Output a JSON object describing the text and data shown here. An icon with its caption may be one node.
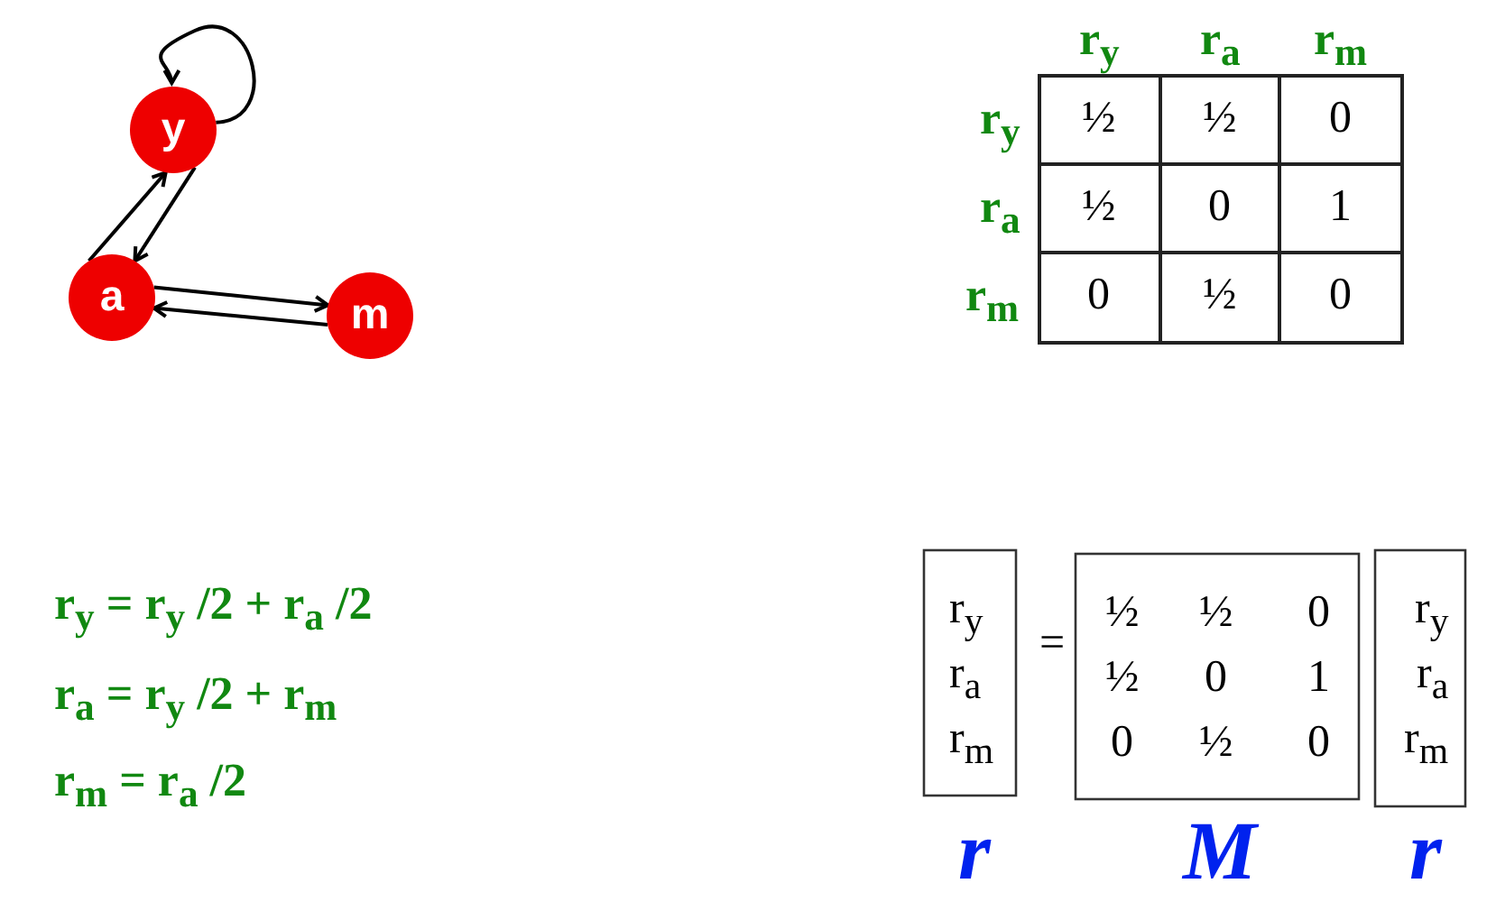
{
  "diagram": {
    "nodes": [
      {
        "text": [
          "y"
        ]
      },
      {
        "text": [
          "a"
        ]
      },
      {
        "text": [
          "m"
        ]
      }
    ],
    "edges": [
      {
        "from": 0,
        "to": 0,
        "arrow": "to"
      },
      {
        "from": 1,
        "to": 0,
        "arrow": "to"
      },
      {
        "from": 0,
        "to": 1,
        "arrow": "to"
      },
      {
        "from": 1,
        "to": 2,
        "arrow": "to"
      },
      {
        "from": 2,
        "to": 1,
        "arrow": "to"
      }
    ],
    "labels": [
      "r$_{y}$",
      "r$_{a}$",
      "r$_{m}$",
      "r$_{y}$",
      "½",
      "½",
      "0",
      "r$_{a}$",
      "½",
      "0",
      "1",
      "r$_{m}$",
      "0",
      "½",
      "0",
      "r$_{y}$ = r$_{y}$ /2 + r$_{a}$ /2",
      "r$_{a}$ = r$_{y}$ /2 + r$_{m}$",
      "r$_{m}$ = r$_{a}$ /2",
      "r$_{y}$",
      "r$_{a}$",
      "r$_{m}$",
      "=",
      "½",
      "½",
      "0",
      "½",
      "0",
      "1",
      "0",
      "½",
      "0",
      "r$_{y}$",
      "r$_{a}$",
      "r$_{m}$",
      "r",
      "M",
      "r"
    ]
  }
}
